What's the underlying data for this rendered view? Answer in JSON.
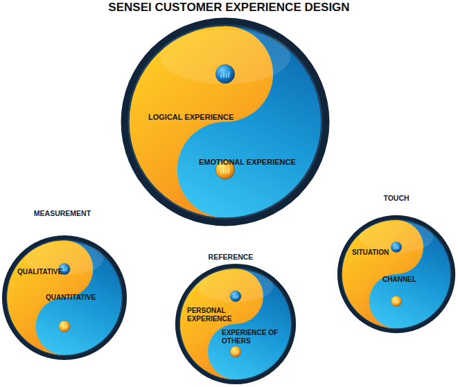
{
  "diagram": {
    "title": "SENSEI CUSTOMER EXPERIENCE DESIGN",
    "nodes": [
      {
        "text": [
          "LOGICAL EXPERIENCE",
          "EMOTIONAL EXPERIENCE"
        ]
      },
      {
        "text": [
          "MEASUREMENT",
          "QUALITATIVE",
          "QUANTITATIVE"
        ]
      },
      {
        "text": [
          "REFERENCE",
          "PERSONAL EXPERIENCE",
          "EXPERIENCE OF OTHERS"
        ]
      },
      {
        "text": [
          "TOUCH",
          "SITUATION",
          "CHANNEL"
        ]
      }
    ]
  }
}
